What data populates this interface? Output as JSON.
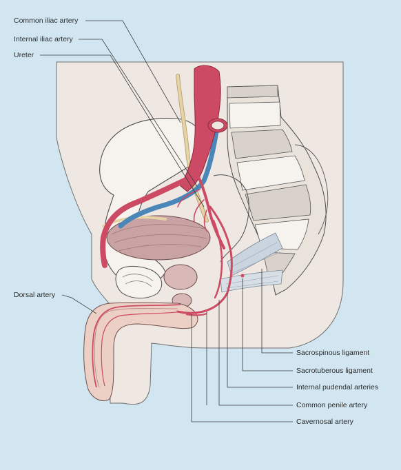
{
  "labels": {
    "common_iliac_artery": "Common iliac artery",
    "internal_iliac_artery": "Internal iliac artery",
    "ureter": "Ureter",
    "dorsal_artery": "Dorsal artery",
    "sacrospinous_ligament": "Sacrospinous ligament",
    "sacrotuberous_ligament": "Sacrotuberous ligament",
    "internal_pudendal_arteries": "Internal pudendal arteries",
    "common_penile_artery": "Common penile artery",
    "cavernosal_artery": "Cavernosal artery"
  },
  "colors": {
    "background": "#d2e6f2",
    "body_silhouette": "#efe7e2",
    "artery": "#cc4a63",
    "vein": "#4a86b8",
    "ureter": "#e6d3a6",
    "bone": "#f6f3ee",
    "bladder": "#c9a3a4",
    "ligament": "#c9d4de",
    "penis_skin": "#ecd0c6"
  }
}
